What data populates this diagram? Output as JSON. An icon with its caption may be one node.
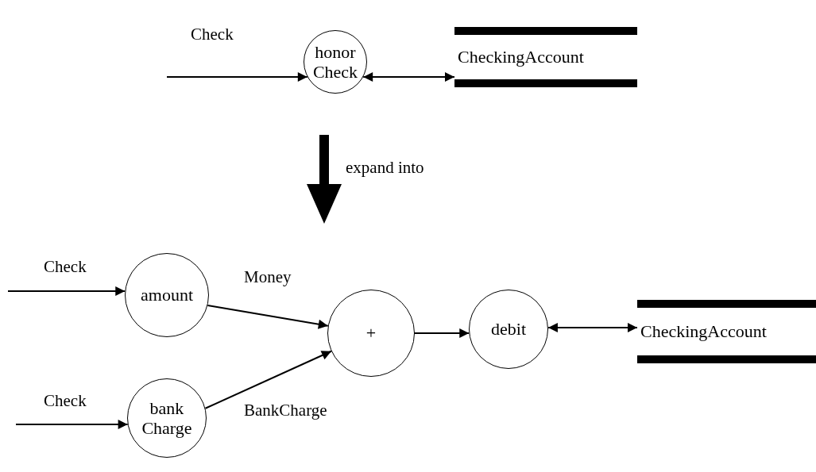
{
  "diagram": {
    "nodes": [
      {
        "text": [
          "honor Check"
        ]
      },
      {
        "text": [
          "CheckingAccount"
        ]
      },
      {
        "text": [
          "amount"
        ]
      },
      {
        "text": [
          "+"
        ]
      },
      {
        "text": [
          "debit"
        ]
      },
      {
        "text": [
          "CheckingAccount"
        ]
      },
      {
        "text": [
          "bank Charge"
        ]
      }
    ],
    "edges": [
      {
        "from": null,
        "to": 0,
        "arrow": "to",
        "label": "Check"
      },
      {
        "from": 0,
        "to": 1,
        "arrow": "both"
      },
      {
        "from": null,
        "to": 2,
        "arrow": "to",
        "label": "Check"
      },
      {
        "from": 2,
        "to": 3,
        "arrow": "to",
        "label": "Money"
      },
      {
        "from": 6,
        "to": 3,
        "arrow": "to",
        "label": "BankCharge"
      },
      {
        "from": 3,
        "to": 4,
        "arrow": "to"
      },
      {
        "from": 4,
        "to": 5,
        "arrow": "both"
      },
      {
        "from": null,
        "to": 6,
        "arrow": "to",
        "label": "Check"
      }
    ],
    "labels": [
      "expand into"
    ]
  }
}
